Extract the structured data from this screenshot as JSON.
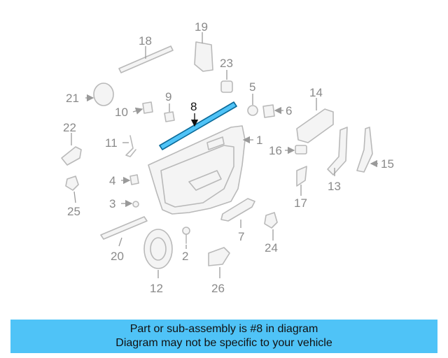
{
  "highlight_part": "8",
  "colors": {
    "highlight": "#4fc3f7",
    "caption_bg": "#4fc3f7",
    "callout_text": "#8a8a8a",
    "part_stroke": "#b9b9b9"
  },
  "callouts": [
    "1",
    "2",
    "3",
    "4",
    "5",
    "6",
    "7",
    "8",
    "9",
    "10",
    "11",
    "12",
    "13",
    "14",
    "15",
    "16",
    "17",
    "18",
    "19",
    "20",
    "21",
    "22",
    "23",
    "24",
    "25",
    "26"
  ],
  "caption": {
    "line1": "Part or sub-assembly is #8 in diagram",
    "line2": "Diagram may not be specific to your vehicle"
  }
}
